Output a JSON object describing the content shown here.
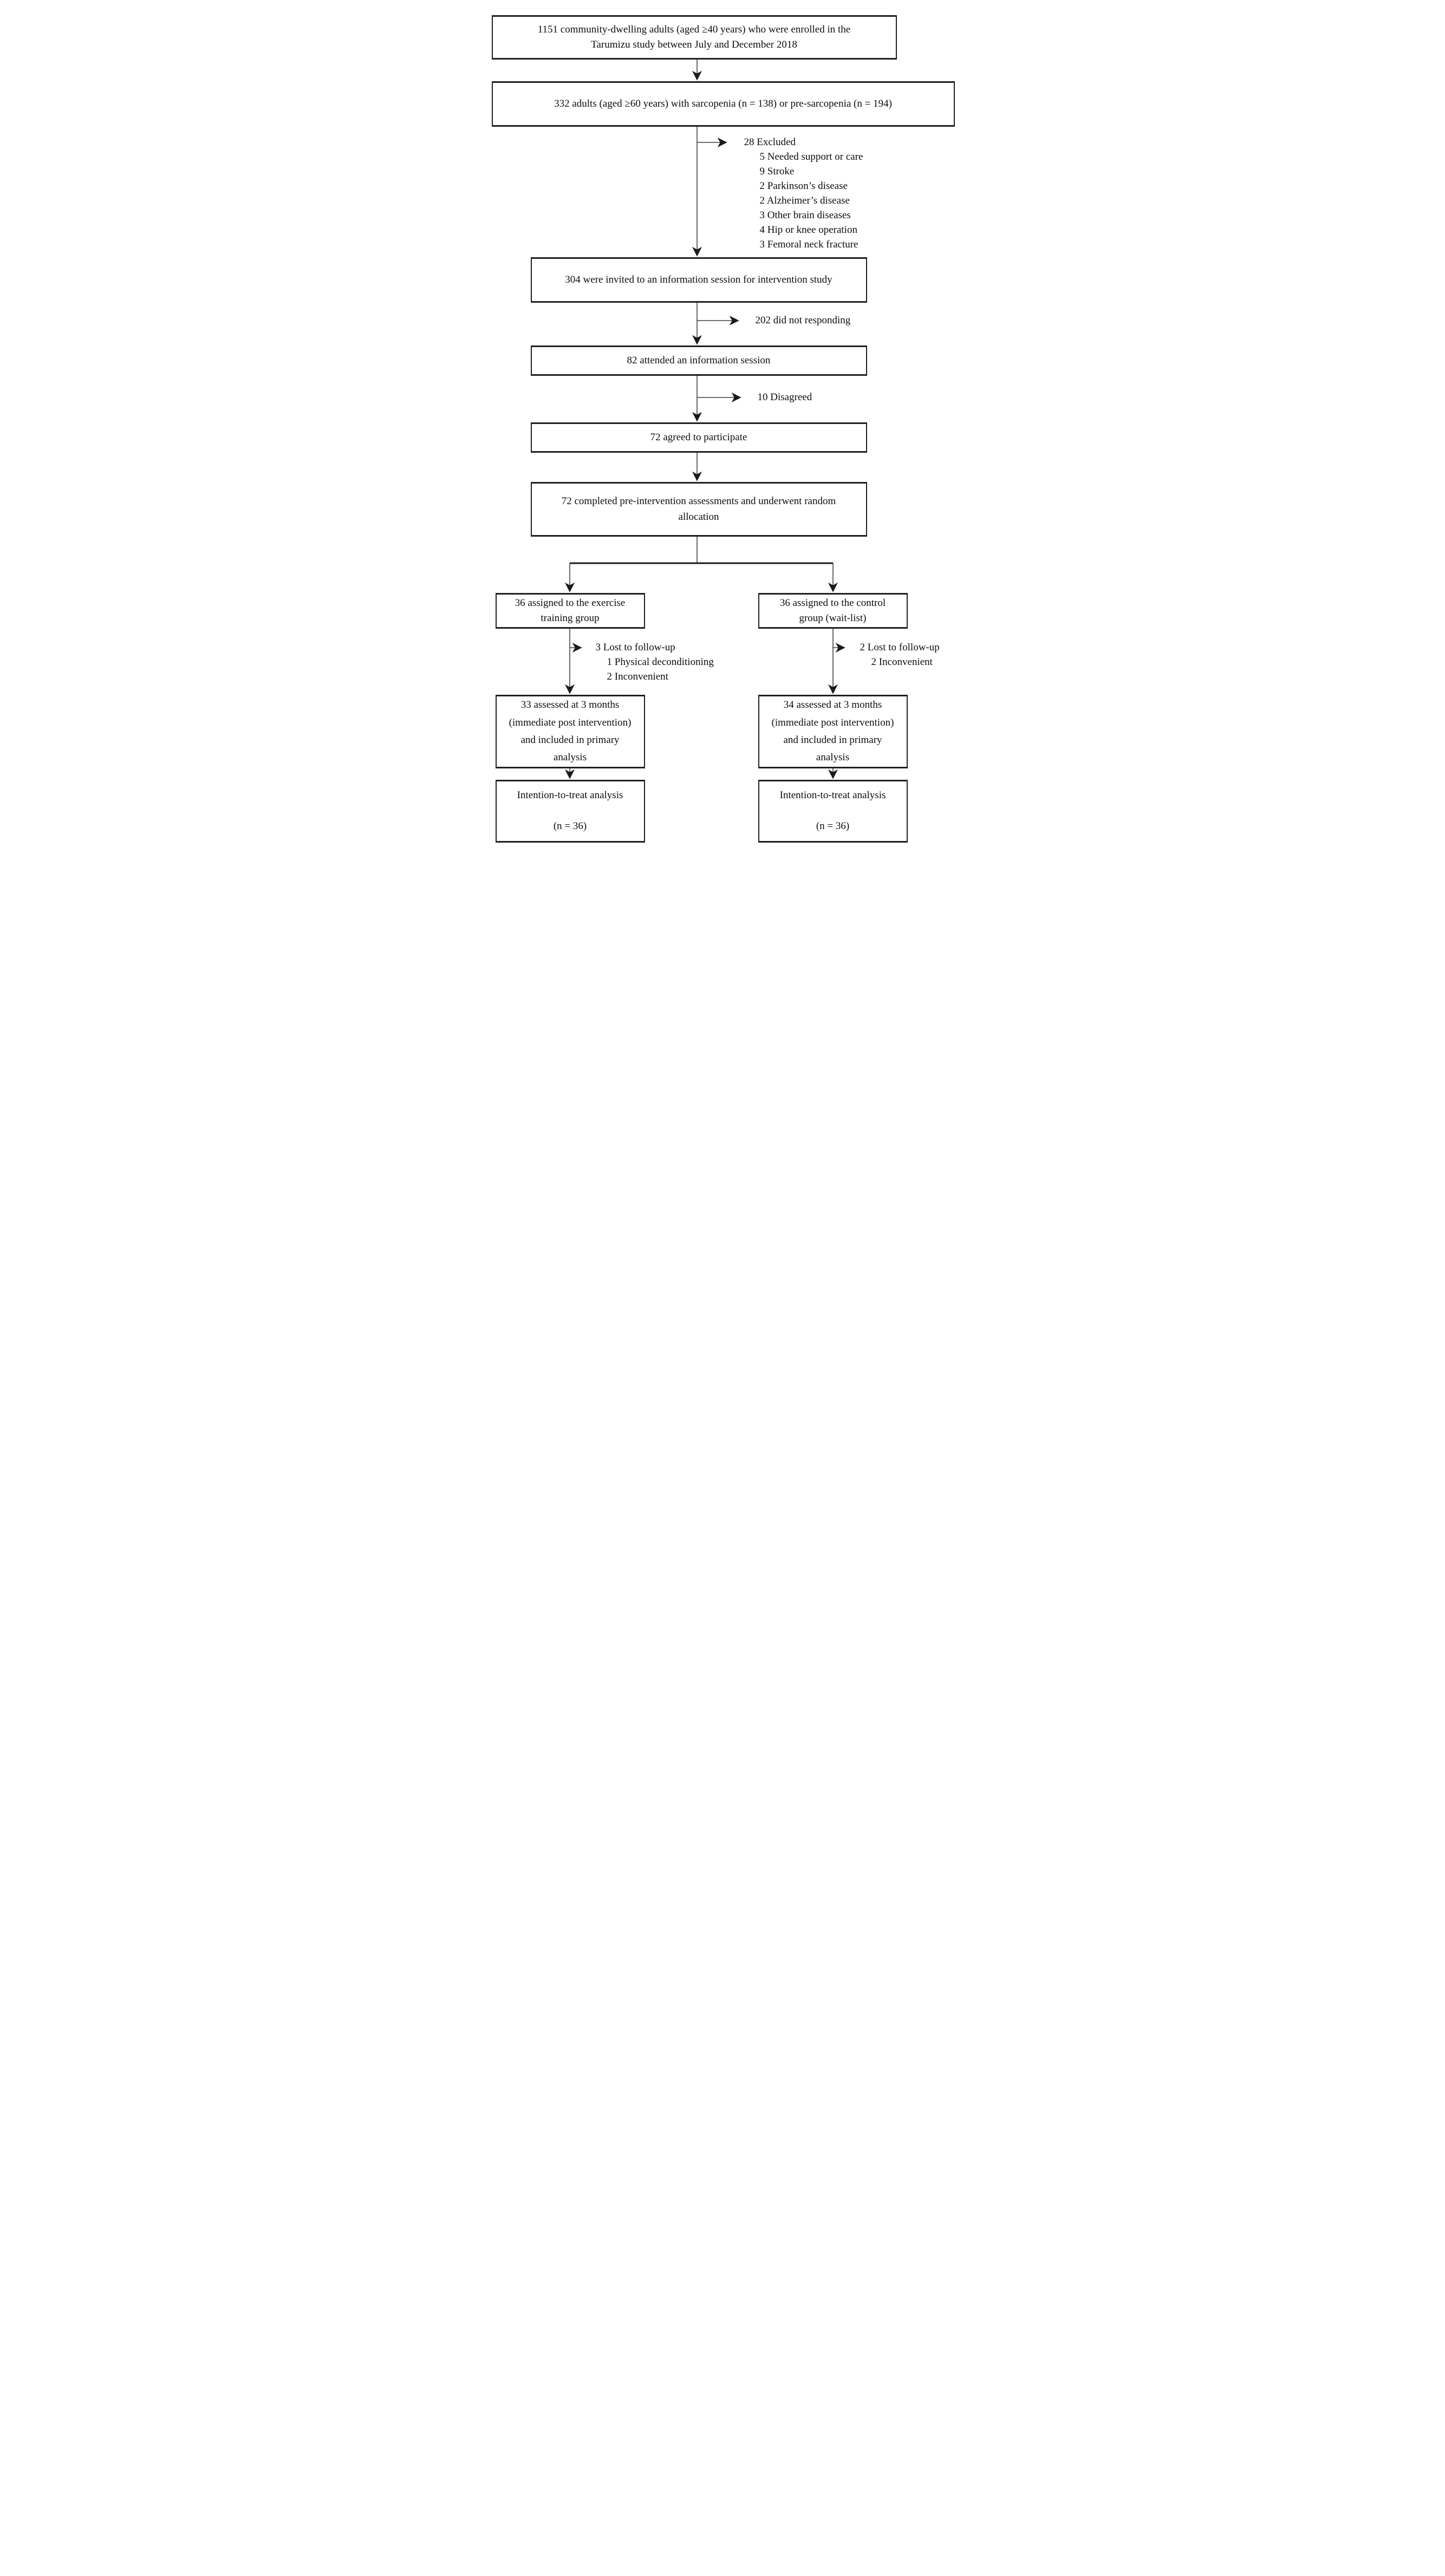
{
  "figure_type": "participant-flow-diagram",
  "colors": {
    "background": "#ffffff",
    "line": "#1a1a1a",
    "text": "#0d0d0d"
  },
  "flow": {
    "enrolled": {
      "lines": [
        "1151 community-dwelling adults (aged ≥40 years) who were enrolled in the",
        "Tarumizu study between July and December 2018"
      ]
    },
    "eligible": {
      "lines": [
        "332 adults (aged ≥60 years) with sarcopenia (n = 138) or pre-sarcopenia (n = 194)"
      ]
    },
    "excluded": {
      "label": "28 Excluded",
      "reasons": [
        "5 Needed support or care",
        "9 Stroke",
        "2 Parkinson’s disease",
        "2 Alzheimer’s disease",
        "3 Other brain diseases",
        "4 Hip or knee operation",
        "3 Femoral neck fracture"
      ]
    },
    "invited": {
      "lines": [
        "304 were invited to an information session for intervention study"
      ]
    },
    "not_responding": {
      "label": "202 did not responding"
    },
    "attended": {
      "lines": [
        "82 attended an information session"
      ]
    },
    "disagreed": {
      "label": "10 Disagreed"
    },
    "agreed": {
      "lines": [
        "72 agreed to participate"
      ]
    },
    "randomized": {
      "lines": [
        "72 completed pre-intervention assessments and underwent random",
        "allocation"
      ]
    },
    "exercise_group": {
      "lines": [
        "36 assigned to the exercise",
        "training group"
      ]
    },
    "control_group": {
      "lines": [
        "36 assigned to the control",
        "group (wait-list)"
      ]
    },
    "exercise_lost": {
      "label": "3 Lost to follow-up",
      "reasons": [
        "1 Physical deconditioning",
        "2 Inconvenient"
      ]
    },
    "control_lost": {
      "label": "2 Lost to follow-up",
      "reasons": [
        "2 Inconvenient"
      ]
    },
    "exercise_assessed": {
      "lines": [
        "33 assessed at 3 months",
        "(immediate post intervention)",
        "and included in primary",
        "analysis"
      ]
    },
    "control_assessed": {
      "lines": [
        "34 assessed at 3 months",
        "(immediate post intervention)",
        "and included in primary",
        "analysis"
      ]
    },
    "exercise_itt": {
      "lines": [
        "Intention-to-treat analysis",
        "",
        "(n = 36)"
      ]
    },
    "control_itt": {
      "lines": [
        "Intention-to-treat analysis",
        "",
        "(n = 36)"
      ]
    }
  }
}
